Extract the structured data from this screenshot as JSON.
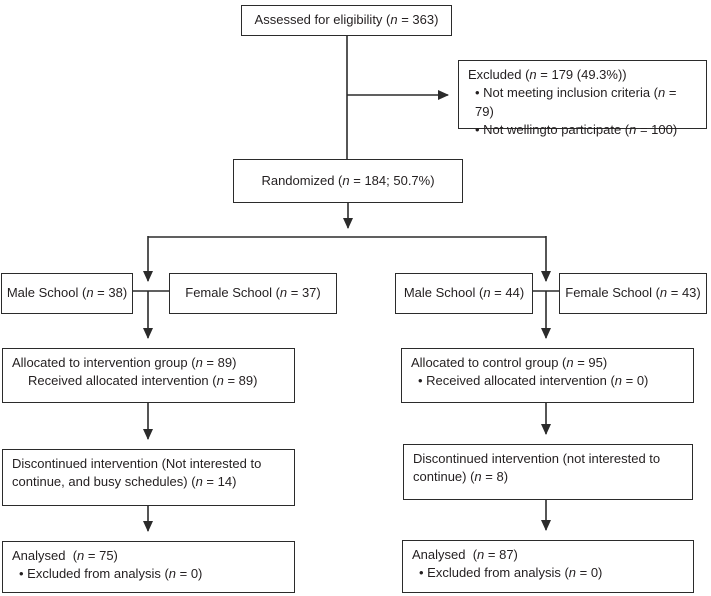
{
  "diagram": {
    "type": "consort-flow",
    "colors": {
      "line": "#2b2b2b",
      "box_border": "#2b2b2b",
      "background": "#ffffff",
      "text": "#231f20"
    },
    "assessed": {
      "text": "Assessed for eligibility (n = 363)"
    },
    "excluded": {
      "title": "Excluded (n = 179 (49.3%))",
      "reasons": [
        "• Not meeting inclusion criteria (n = 79)",
        "• Not wellingto participate (n = 100)"
      ]
    },
    "randomized": {
      "text": "Randomized (n = 184; 50.7%)"
    },
    "intervention_arm": {
      "male_school": "Male School (n = 38)",
      "female_school": "Female School (n = 37)",
      "allocated_line1": "Allocated to intervention group (n = 89)",
      "allocated_line2": "Received allocated intervention (n = 89)",
      "discontinued": "Discontinued intervention (Not interested to continue, and busy schedules) (n = 14)",
      "analysed_line1": "Analysed  (n = 75)",
      "analysed_line2": "• Excluded from analysis (n = 0)"
    },
    "control_arm": {
      "male_school": "Male School (n = 44)",
      "female_school": "Female School (n = 43)",
      "allocated_line1": "Allocated to control group (n = 95)",
      "allocated_line2": "• Received allocated intervention (n = 0)",
      "discontinued": "Discontinued intervention (not interested to continue) (n = 8)",
      "analysed_line1": "Analysed  (n = 87)",
      "analysed_line2": "• Excluded from analysis (n = 0)"
    }
  }
}
